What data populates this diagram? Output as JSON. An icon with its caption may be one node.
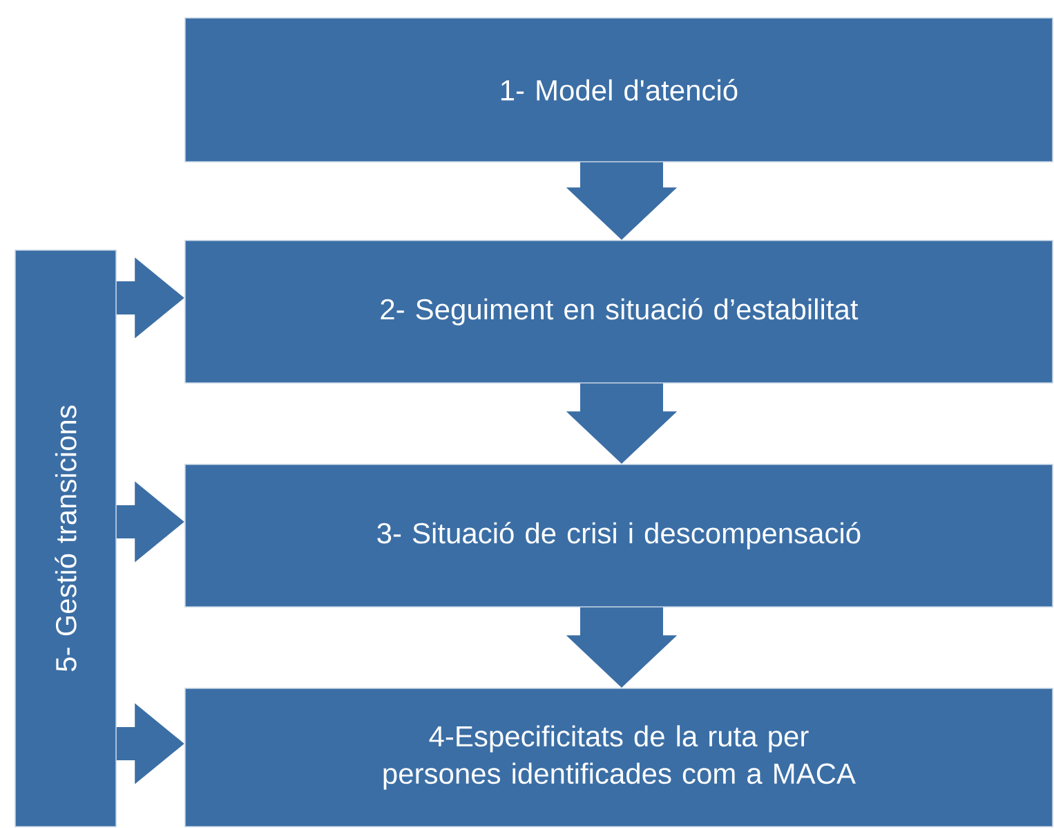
{
  "diagram": {
    "nodes": [
      {
        "text": [
          "1- Model d'atenció"
        ]
      },
      {
        "text": [
          "2- Seguiment en situació d’estabilitat"
        ]
      },
      {
        "text": [
          "3- Situació de crisi i descompensació"
        ]
      },
      {
        "text": [
          "4-Especificitats de la ruta per persones identificades com a MACA"
        ]
      },
      {
        "text": [
          "5- Gestió transicions"
        ]
      }
    ],
    "edges": [
      {
        "from": 0,
        "to": 1,
        "arrow": "to",
        "style": "thick"
      },
      {
        "from": 1,
        "to": 2,
        "arrow": "to",
        "style": "thick"
      },
      {
        "from": 2,
        "to": 3,
        "arrow": "to",
        "style": "thick"
      },
      {
        "from": 4,
        "to": 1,
        "arrow": "to"
      },
      {
        "from": 4,
        "to": 2,
        "arrow": "to"
      },
      {
        "from": 4,
        "to": 3,
        "arrow": "to"
      }
    ]
  }
}
